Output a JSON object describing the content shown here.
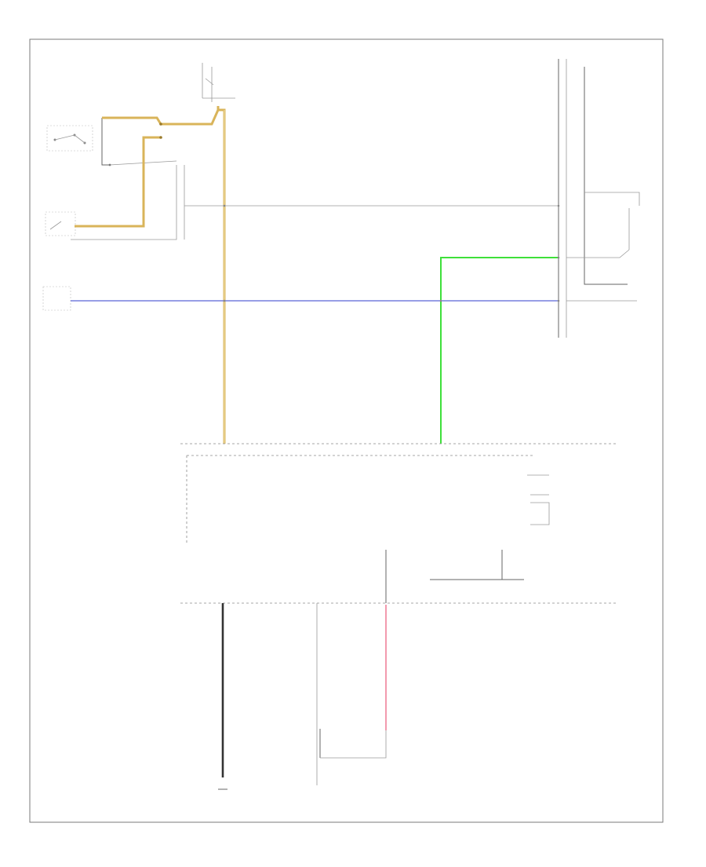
{
  "diagram": {
    "footer_code": "",
    "components": [
      {
        "id": "ign-switch",
        "label": ""
      },
      {
        "id": "fuse-block",
        "label": ""
      },
      {
        "id": "underhood-fuse",
        "label": ""
      },
      {
        "id": "cruise-switch",
        "label": ""
      },
      {
        "id": "body-control-module",
        "label": ""
      },
      {
        "id": "powertrain-module",
        "label": ""
      },
      {
        "id": "brake-switch",
        "label": ""
      },
      {
        "id": "instrument-cluster",
        "label": ""
      },
      {
        "id": "ground-g1",
        "label": ""
      },
      {
        "id": "ground-g2",
        "label": ""
      }
    ],
    "wire_labels": [],
    "colors": {
      "tan": "#d9b45a",
      "blue": "#5a63d6",
      "green": "#3ee03a",
      "pink": "#f29aae",
      "gray": "#9a9a9a",
      "black": "#333333"
    }
  }
}
